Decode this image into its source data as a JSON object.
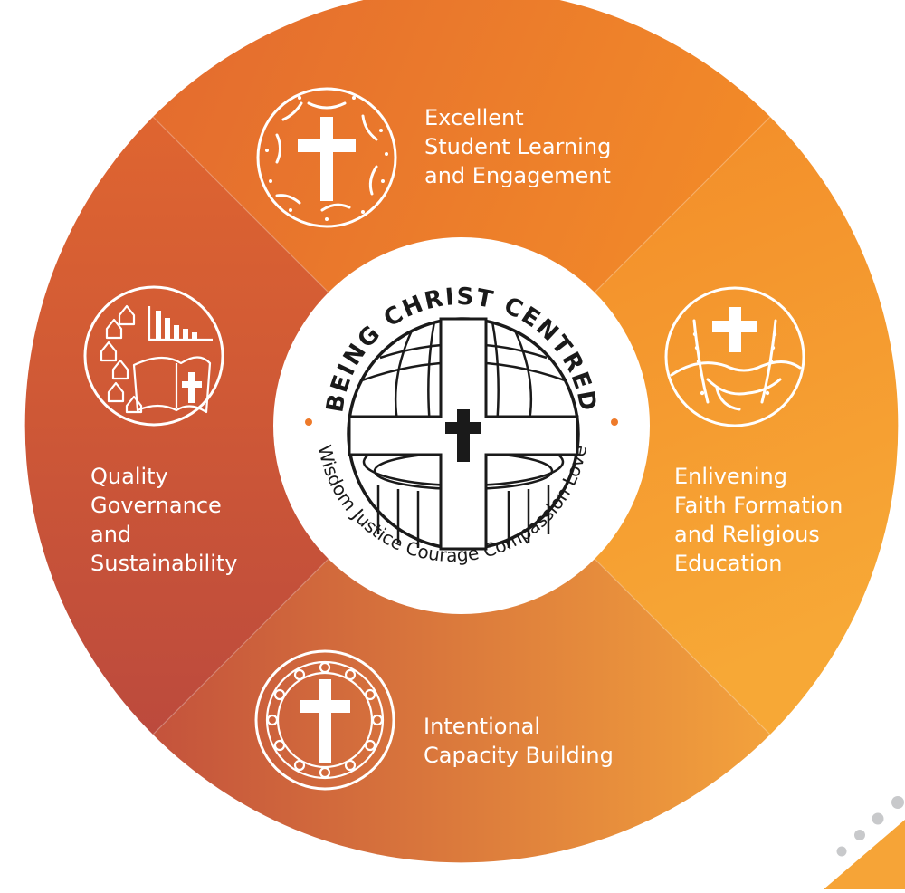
{
  "diagram": {
    "center": {
      "title": "BEING CHRIST CENTRED",
      "values": [
        "Wisdom",
        "Justice",
        "Courage",
        "Compassion",
        "Love"
      ]
    },
    "segments": [
      {
        "id": "top",
        "lines": [
          "Excellent",
          "Student Learning",
          "and Engagement"
        ],
        "icon": "cross-boomerang-circle-icon"
      },
      {
        "id": "right",
        "lines": [
          "Enlivening",
          "Faith Formation",
          "and Religious",
          "Education"
        ],
        "icon": "hands-rosary-cross-icon"
      },
      {
        "id": "bottom",
        "lines": [
          "Intentional",
          "Capacity Building"
        ],
        "icon": "people-circle-cross-icon"
      },
      {
        "id": "left",
        "lines": [
          "Quality",
          "Governance",
          "and",
          "Sustainability"
        ],
        "icon": "houses-chart-bible-icon"
      }
    ],
    "colors": {
      "orange_light": "#F6A437",
      "orange": "#EE7A2A",
      "orange_deep": "#E46A2E",
      "red_orange": "#BF4A3C",
      "white": "#FFFFFF",
      "dark": "#1A1A1A",
      "dot_grey": "#C8C9CB"
    }
  }
}
